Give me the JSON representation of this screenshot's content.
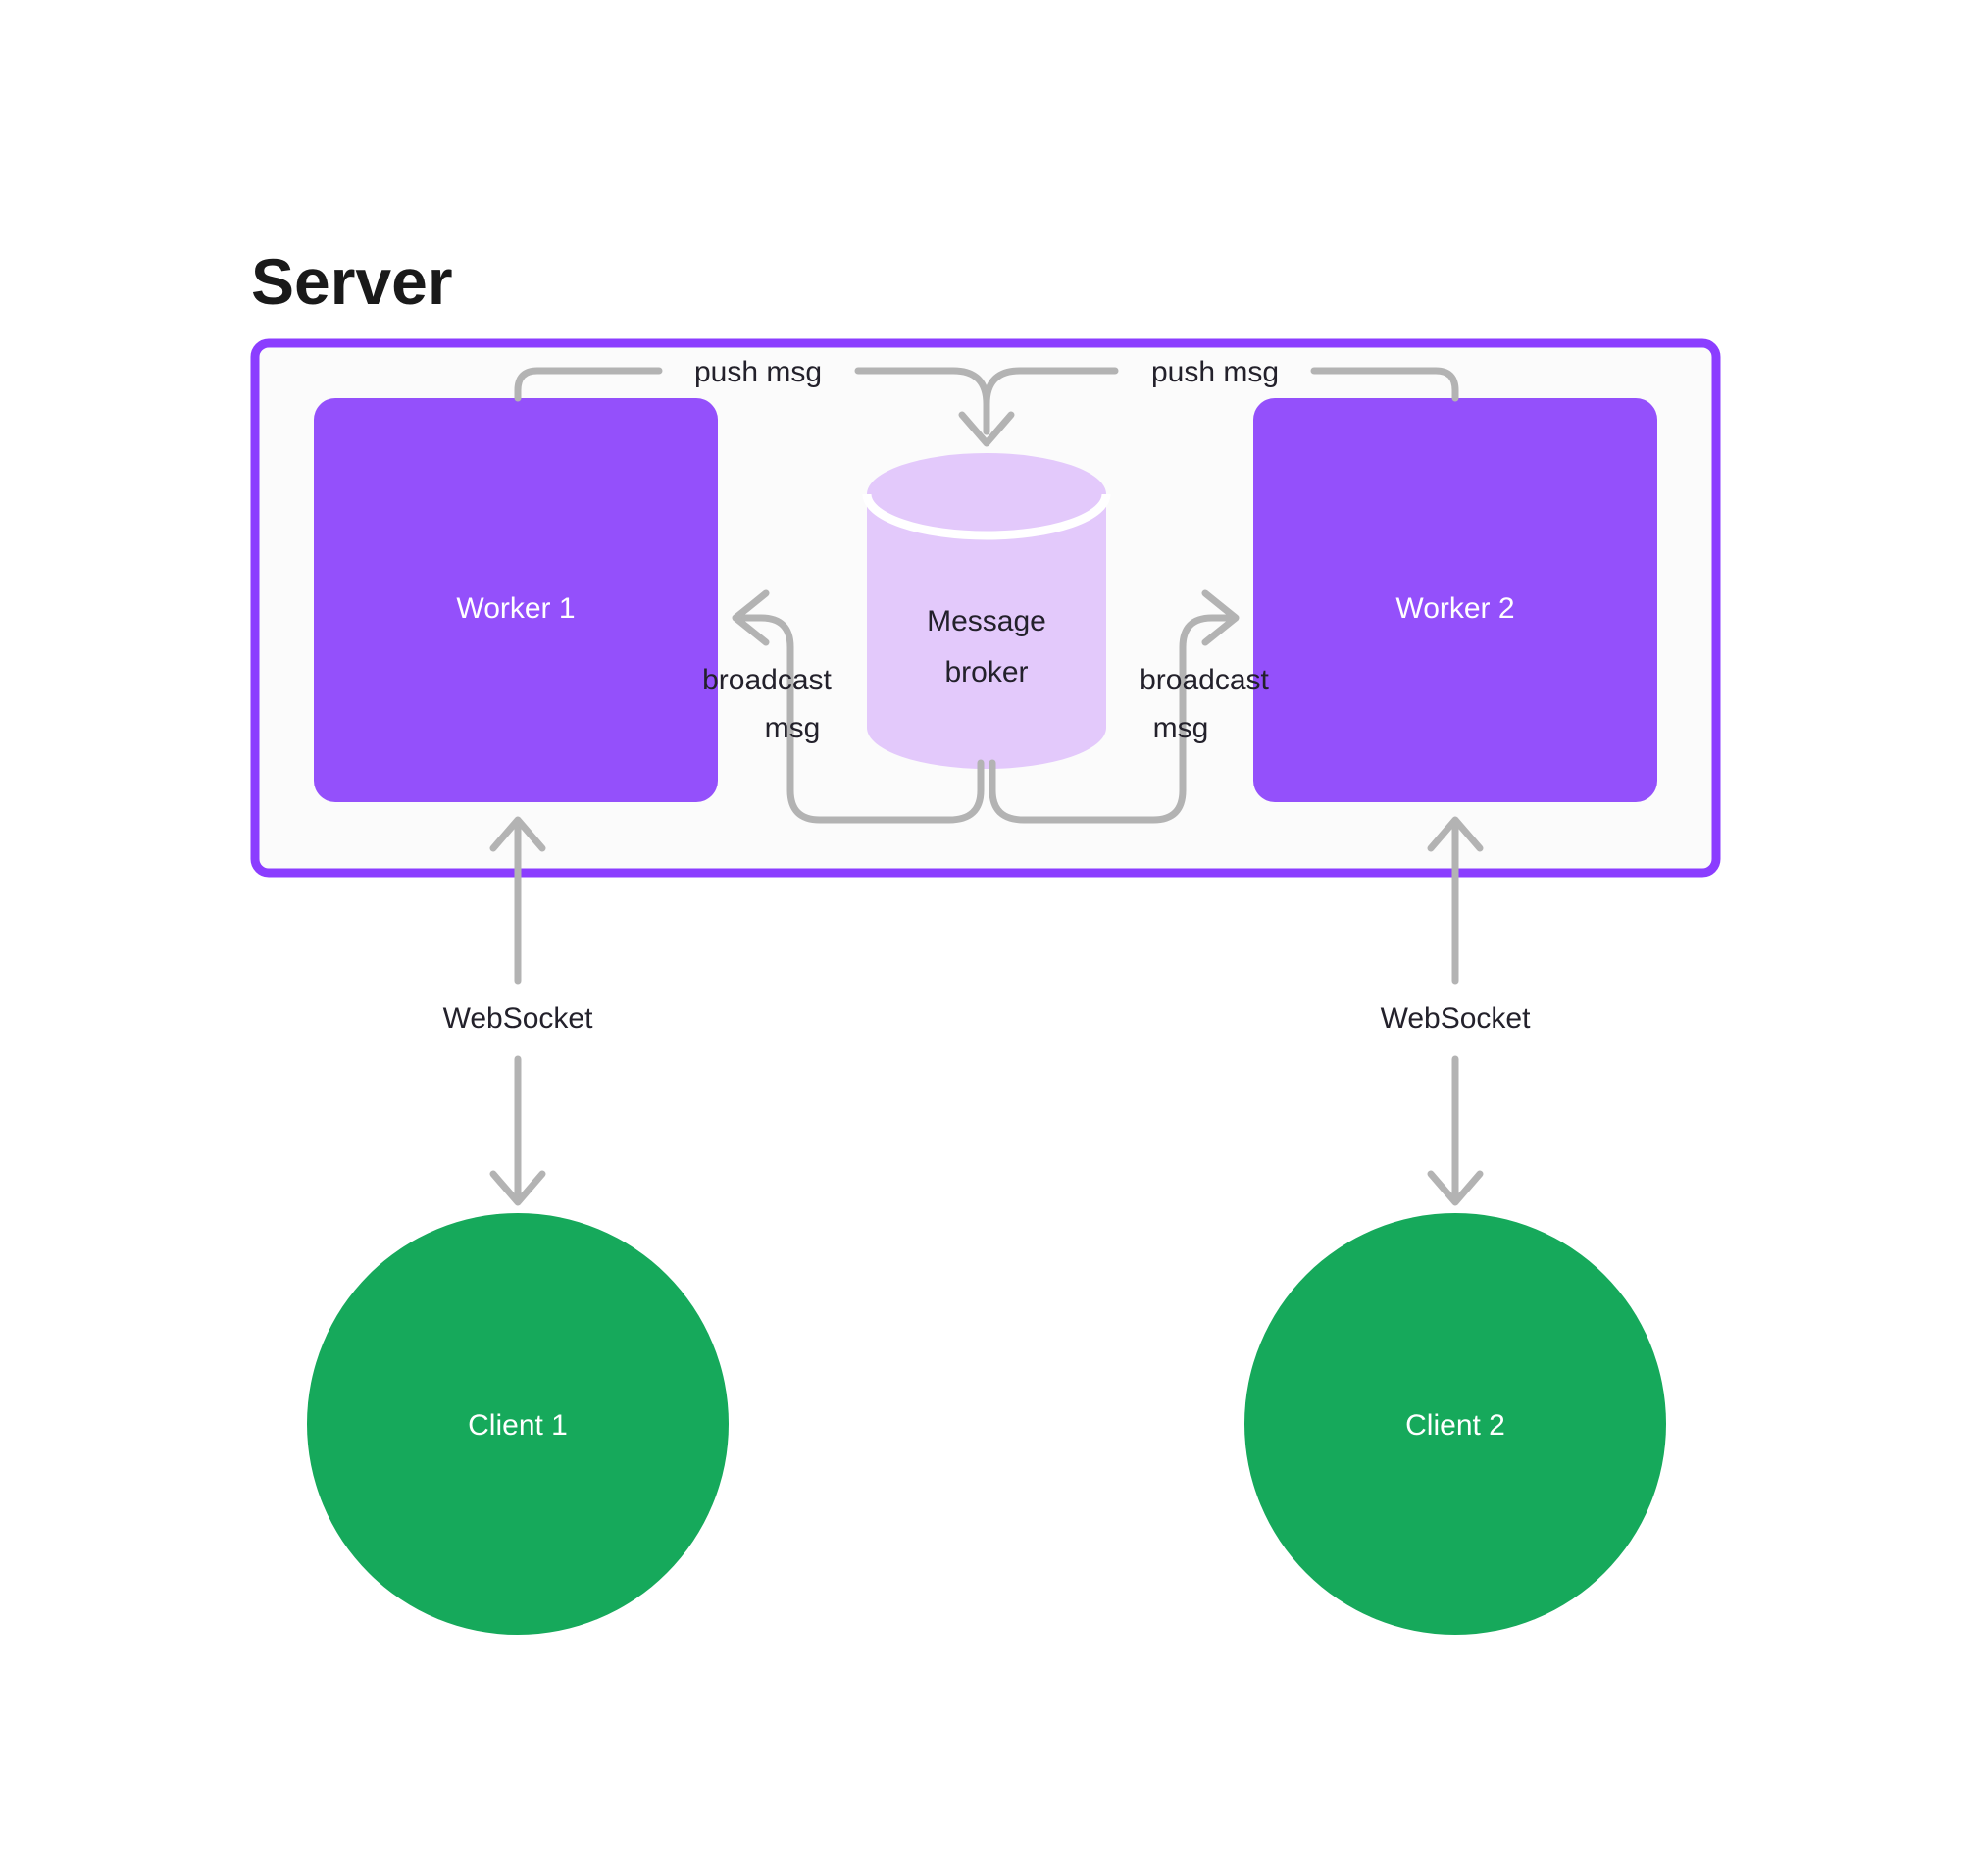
{
  "diagram": {
    "title": "Server",
    "background_color": "#ffffff",
    "server_box": {
      "label": "Server",
      "border_color": "#8b3dff",
      "fill_color": "#fbfbfb"
    },
    "workers": [
      {
        "label": "Worker 1",
        "fill_color": "#9450fb",
        "text_color": "#ffffff"
      },
      {
        "label": "Worker 2",
        "fill_color": "#9450fb",
        "text_color": "#ffffff"
      }
    ],
    "broker": {
      "label_line1": "Message",
      "label_line2": "broker",
      "fill_color": "#e3c9fb",
      "text_color": "#23212b"
    },
    "clients": [
      {
        "label": "Client 1",
        "fill_color": "#16a95b",
        "text_color": "#ffffff"
      },
      {
        "label": "Client 2",
        "fill_color": "#16a95b",
        "text_color": "#ffffff"
      }
    ],
    "edges": [
      {
        "name": "push-msg-left",
        "label": "push msg",
        "from": "Worker 1",
        "to": "Message broker"
      },
      {
        "name": "push-msg-right",
        "label": "push msg",
        "from": "Worker 2",
        "to": "Message broker"
      },
      {
        "name": "broadcast-msg-left-upper",
        "label": "broadcast",
        "from": "Message broker",
        "to": "Worker 1"
      },
      {
        "name": "broadcast-msg-left-lower",
        "label": "msg",
        "from": "Message broker",
        "to": "Worker 1"
      },
      {
        "name": "broadcast-msg-right-upper",
        "label": "broadcast",
        "from": "Message broker",
        "to": "Worker 2"
      },
      {
        "name": "broadcast-msg-right-lower",
        "label": "msg",
        "from": "Message broker",
        "to": "Worker 2"
      },
      {
        "name": "websocket-left",
        "label": "WebSocket",
        "from": "Client 1",
        "to": "Worker 1"
      },
      {
        "name": "websocket-right",
        "label": "WebSocket",
        "from": "Client 2",
        "to": "Worker 2"
      }
    ],
    "edge_color": "#b3b3b3"
  }
}
